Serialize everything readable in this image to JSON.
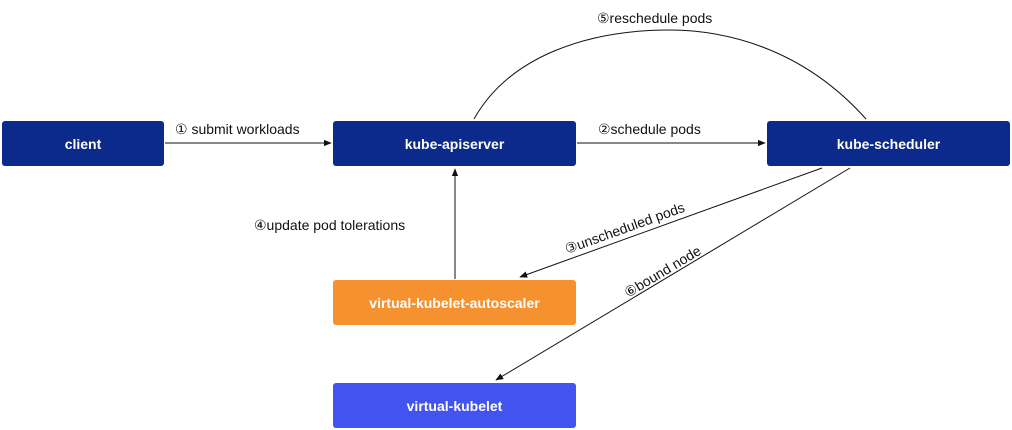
{
  "colors": {
    "primary_node": "#0b2a8c",
    "autoscaler_node": "#f5922f",
    "kubelet_node": "#4353f0",
    "edge": "#111111",
    "node_text": "#ffffff"
  },
  "nodes": {
    "client": "client",
    "apiserver": "kube-apiserver",
    "scheduler": "kube-scheduler",
    "autoscaler": "virtual-kubelet-autoscaler",
    "vkubelet": "virtual-kubelet"
  },
  "edges": {
    "submit": "① submit workloads",
    "schedule": "②schedule pods",
    "unscheduled": "③unscheduled pods",
    "tolerations": "④update pod tolerations",
    "reschedule": "⑤reschedule pods",
    "bound": "⑥bound node"
  }
}
